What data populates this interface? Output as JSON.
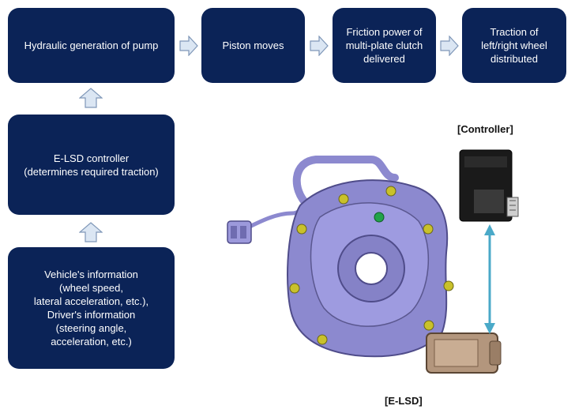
{
  "flow_top": [
    {
      "text": "Hydraulic generation of pump"
    },
    {
      "text": "Piston moves"
    },
    {
      "text": "Friction power of\nmulti-plate clutch\ndelivered"
    },
    {
      "text": "Traction of\nleft/right wheel\ndistributed"
    }
  ],
  "flow_left": [
    {
      "text": "E-LSD controller\n(determines required traction)"
    },
    {
      "text": "Vehicle's information\n(wheel speed,\nlateral acceleration, etc.),\nDriver's information\n(steering angle,\nacceleration, etc.)"
    }
  ],
  "labels": {
    "controller": "[Controller]",
    "elsd": "[E-LSD]"
  },
  "colors": {
    "box": "#0b2357",
    "arrow_fill": "#dbe6f3",
    "arrow_stroke": "#7f97b8",
    "housing": "#8c89cf",
    "link": "#4aa9c8"
  }
}
